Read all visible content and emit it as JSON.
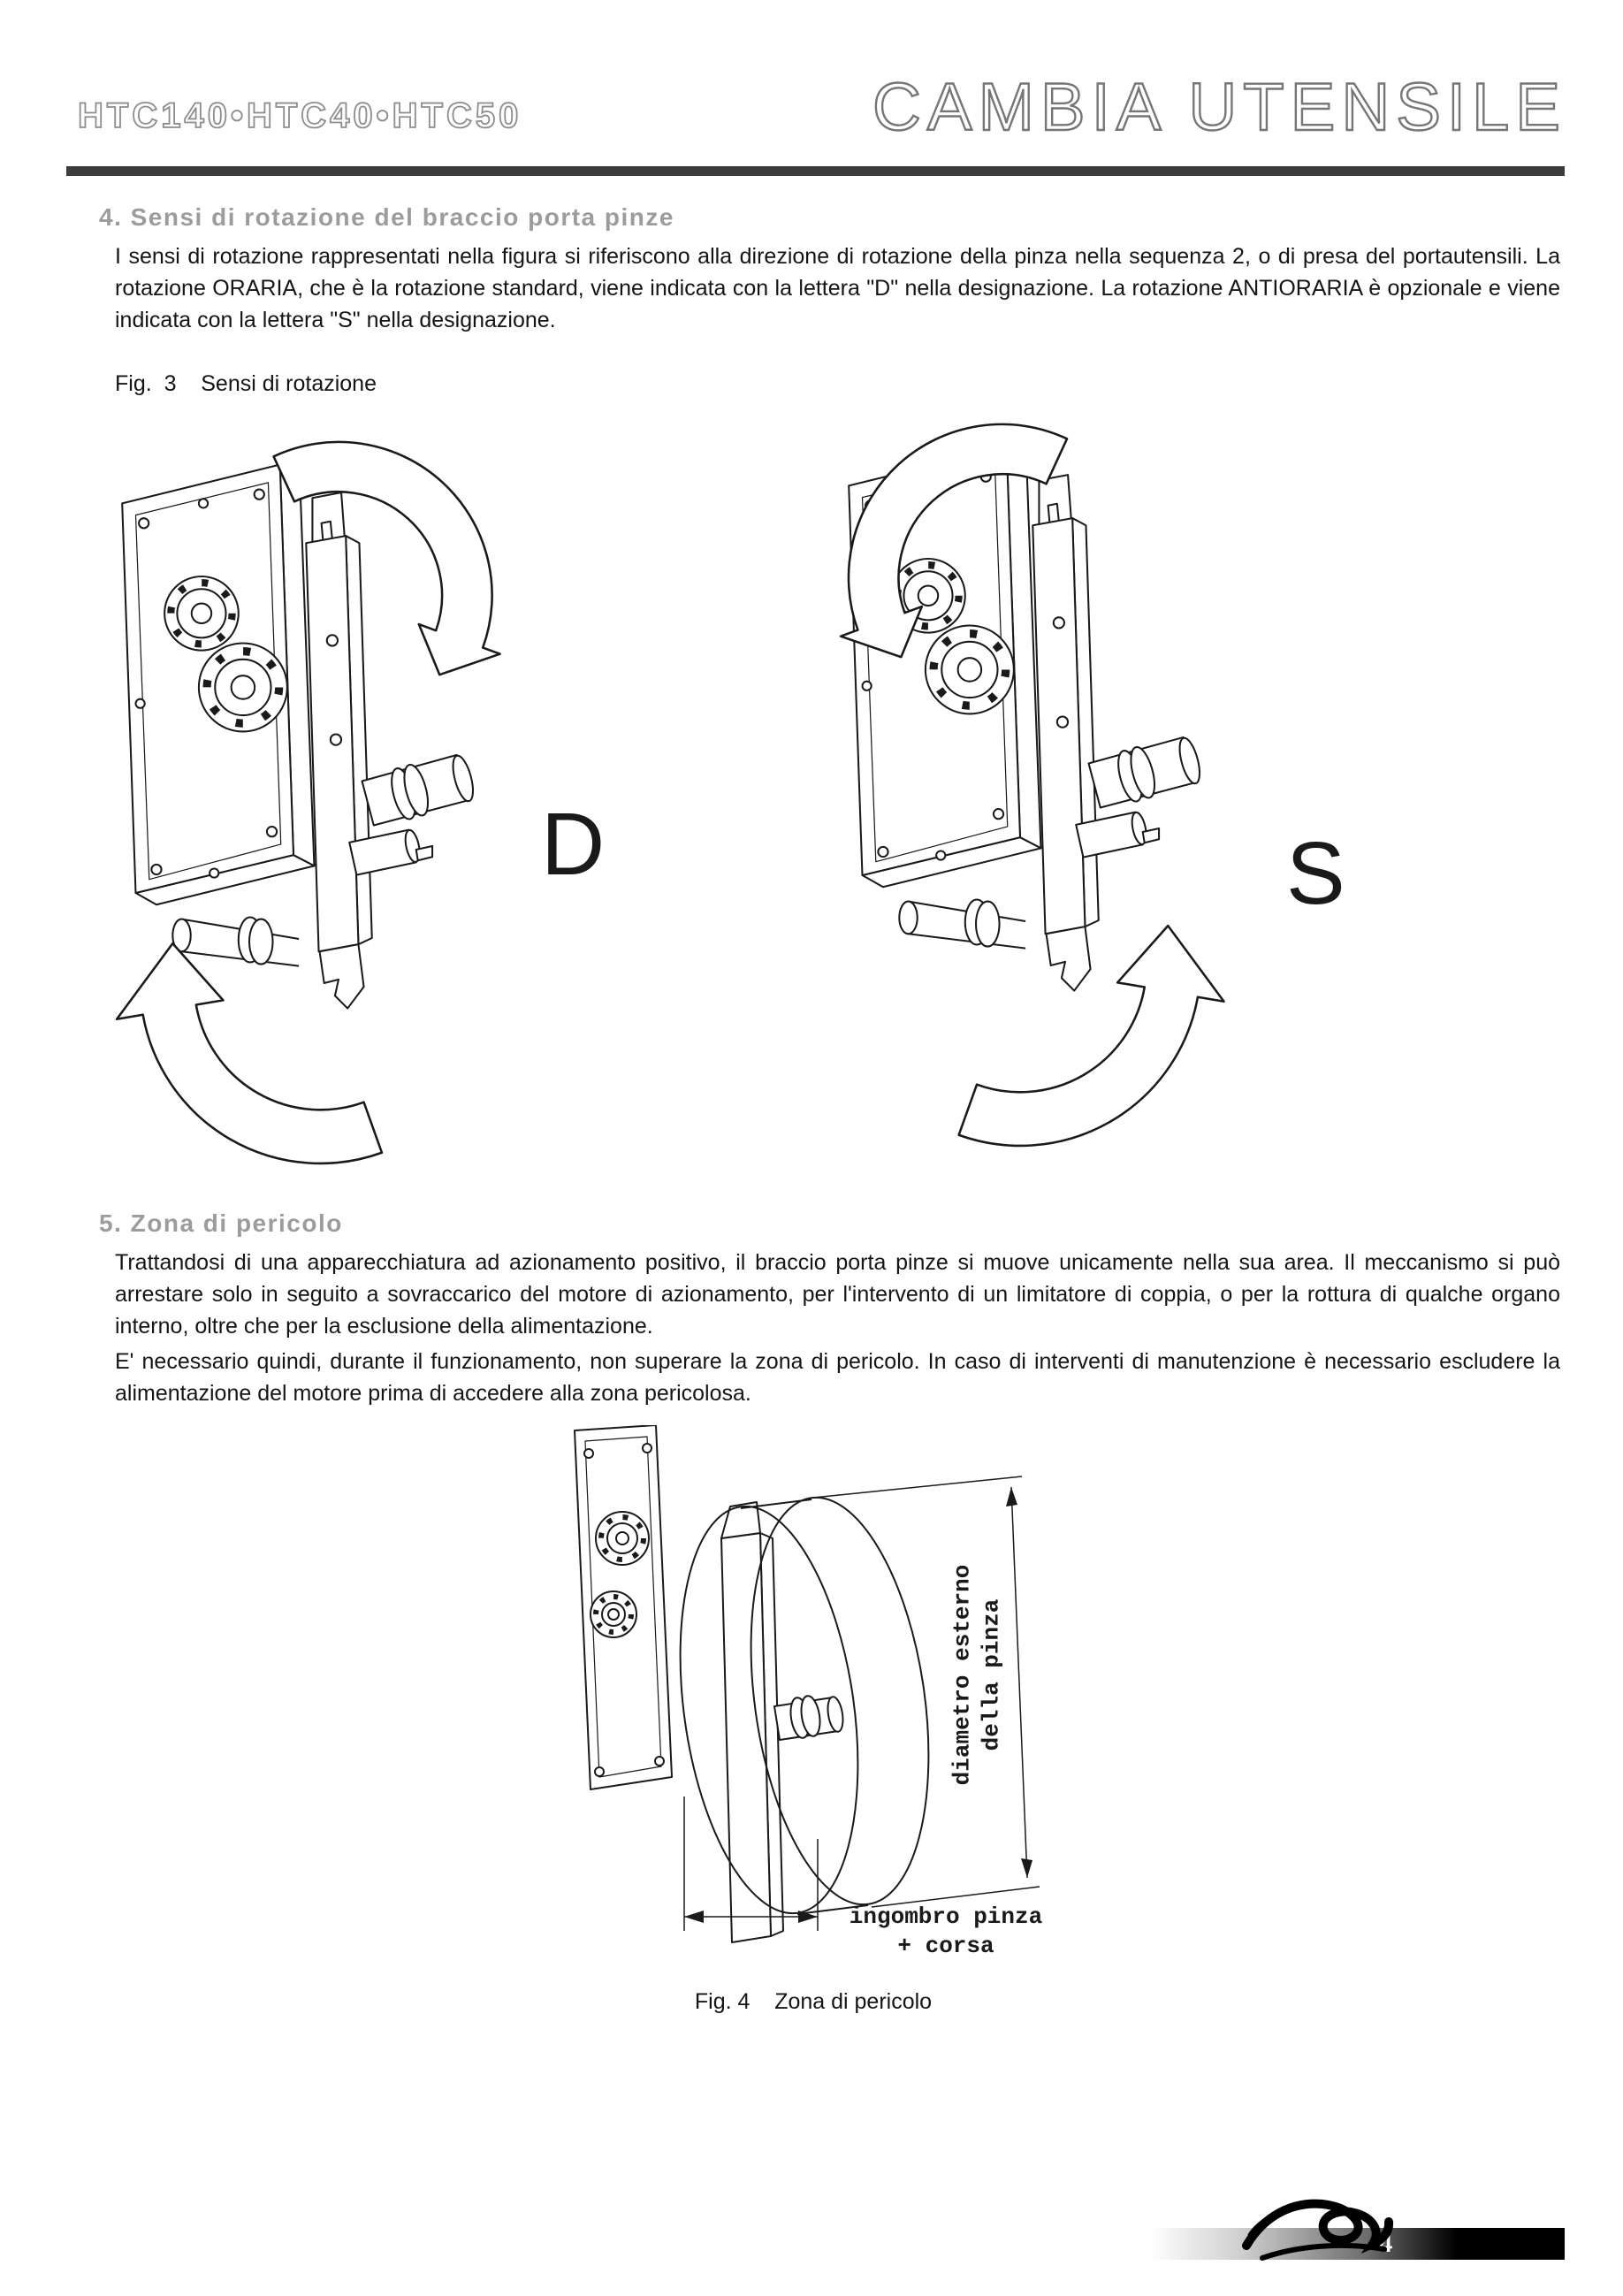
{
  "header": {
    "models": "HTC140•HTC40•HTC50",
    "title": "CAMBIA UTENSILE"
  },
  "section_rotation": {
    "heading": "4. Sensi di rotazione del braccio porta pinze",
    "paragraph": "I sensi di rotazione rappresentati nella figura si riferiscono alla direzione di rotazione della pinza nella sequenza  2, o di presa del portautensili. La rotazione ORARIA, che è la rotazione standard, viene indicata con la lettera  \"D\" nella designazione. La rotazione ANTIORARIA è opzionale e viene indicata con la lettera  \"S\" nella designazione.",
    "figure_caption": "Fig.  3    Sensi di rotazione",
    "label_clockwise": "D",
    "label_counterclockwise": "S"
  },
  "section_danger": {
    "heading": "5. Zona di pericolo",
    "paragraph_1": "Trattandosi di una apparecchiatura ad azionamento positivo, il braccio porta pinze si muove unicamente nella sua area. Il meccanismo si può arrestare solo in seguito a sovraccarico del motore di azionamento, per l'intervento di un limitatore di coppia, o per la rottura di qualche organo interno, oltre che per la esclusione della alimentazione.",
    "paragraph_2": "E' necessario quindi, durante il funzionamento, non superare la zona di pericolo. In caso di interventi di manutenzione è necessario escludere la alimentazione del motore prima di accedere alla zona pericolosa.",
    "figure_caption": "Fig. 4    Zona di pericolo",
    "label_diameter": "diametro esterno\ndella pinza",
    "label_envelope": "ingombro pinza\n+ corsa"
  },
  "footer": {
    "page_number": "4"
  }
}
